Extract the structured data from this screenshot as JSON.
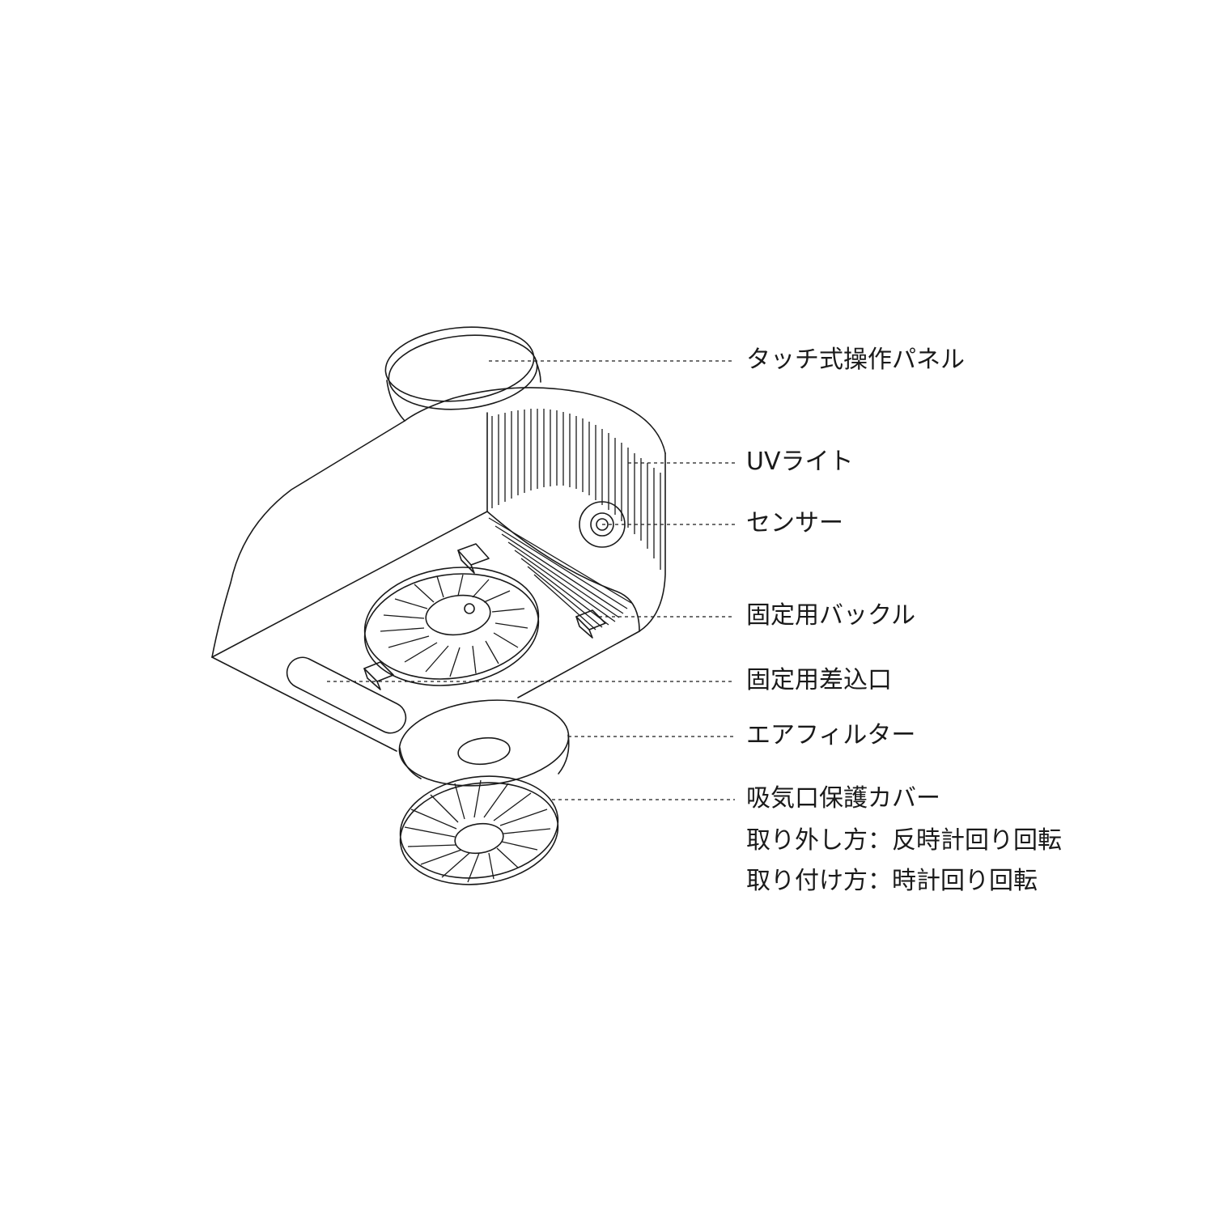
{
  "labels": {
    "touch_panel": "タッチ式操作パネル",
    "uv_light": "UVライト",
    "sensor": "センサー",
    "fixing_buckle": "固定用バックル",
    "fixing_slot": "固定用差込口",
    "air_filter": "エアフィルター",
    "intake_cover": "吸気口保護カバー",
    "removal_method": "取り外し方：反時計回り回転",
    "attach_method": "取り付け方：時計回り回転"
  },
  "colors": {
    "line": "#1a1a1a",
    "background": "#ffffff"
  }
}
